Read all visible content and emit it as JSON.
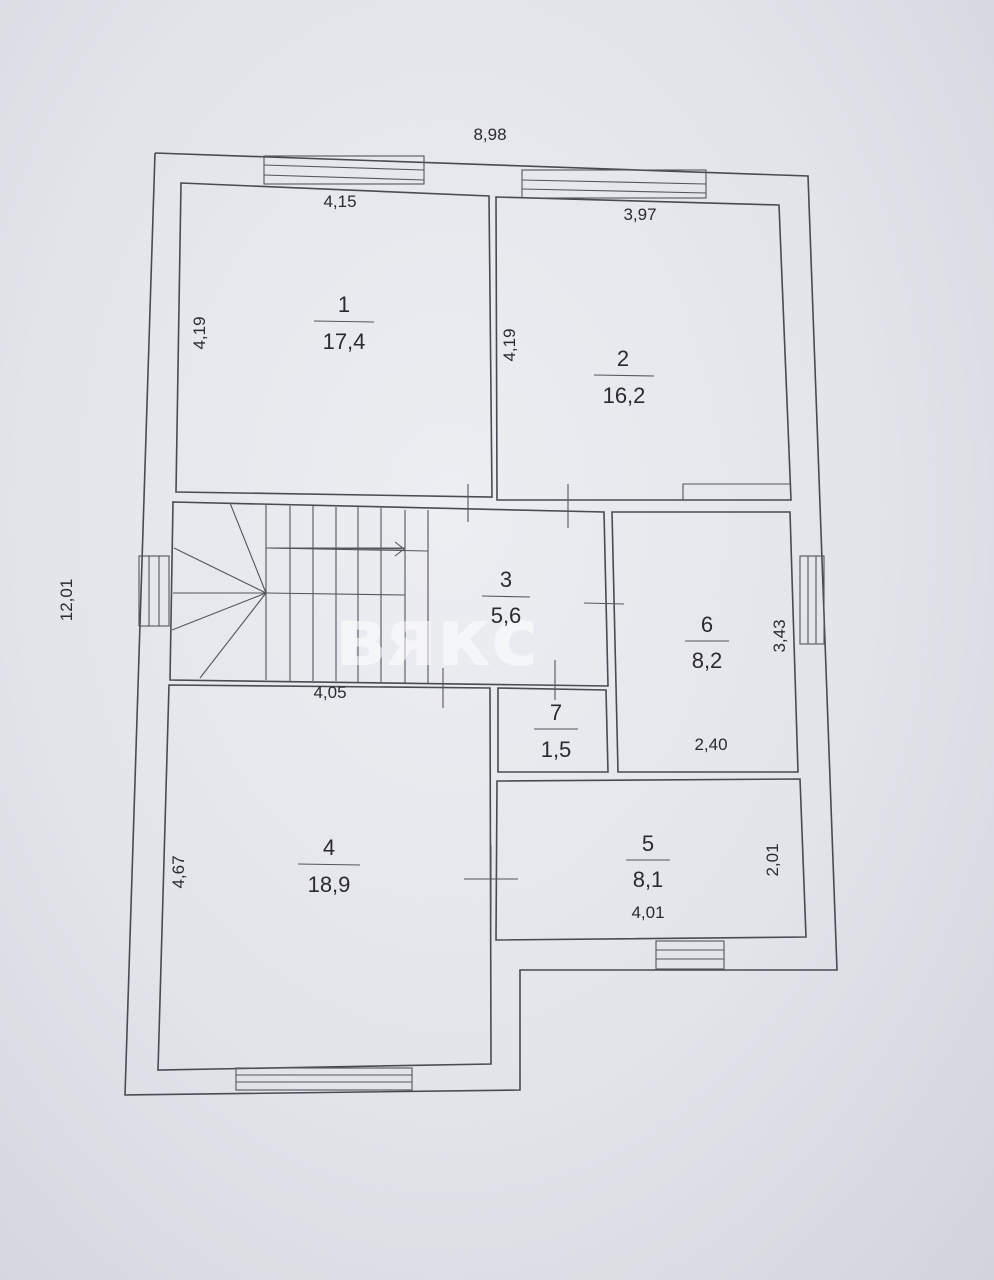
{
  "plan": {
    "overall_width": "8,98",
    "overall_height": "12,01",
    "watermark": "вякс",
    "rooms": [
      {
        "number": "1",
        "area": "17,4"
      },
      {
        "number": "2",
        "area": "16,2"
      },
      {
        "number": "3",
        "area": "5,6"
      },
      {
        "number": "4",
        "area": "18,9"
      },
      {
        "number": "5",
        "area": "8,1"
      },
      {
        "number": "6",
        "area": "8,2"
      },
      {
        "number": "7",
        "area": "1,5"
      }
    ],
    "dimensions": {
      "r1_width": "4,15",
      "r1_height": "4,19",
      "r2_width": "3,97",
      "r2_height": "4,19",
      "r4_width": "4,05",
      "r4_height": "4,67",
      "r6_width": "2,40",
      "r6_height": "3,43",
      "r5_width": "4,01",
      "r5_height": "2,01"
    }
  }
}
